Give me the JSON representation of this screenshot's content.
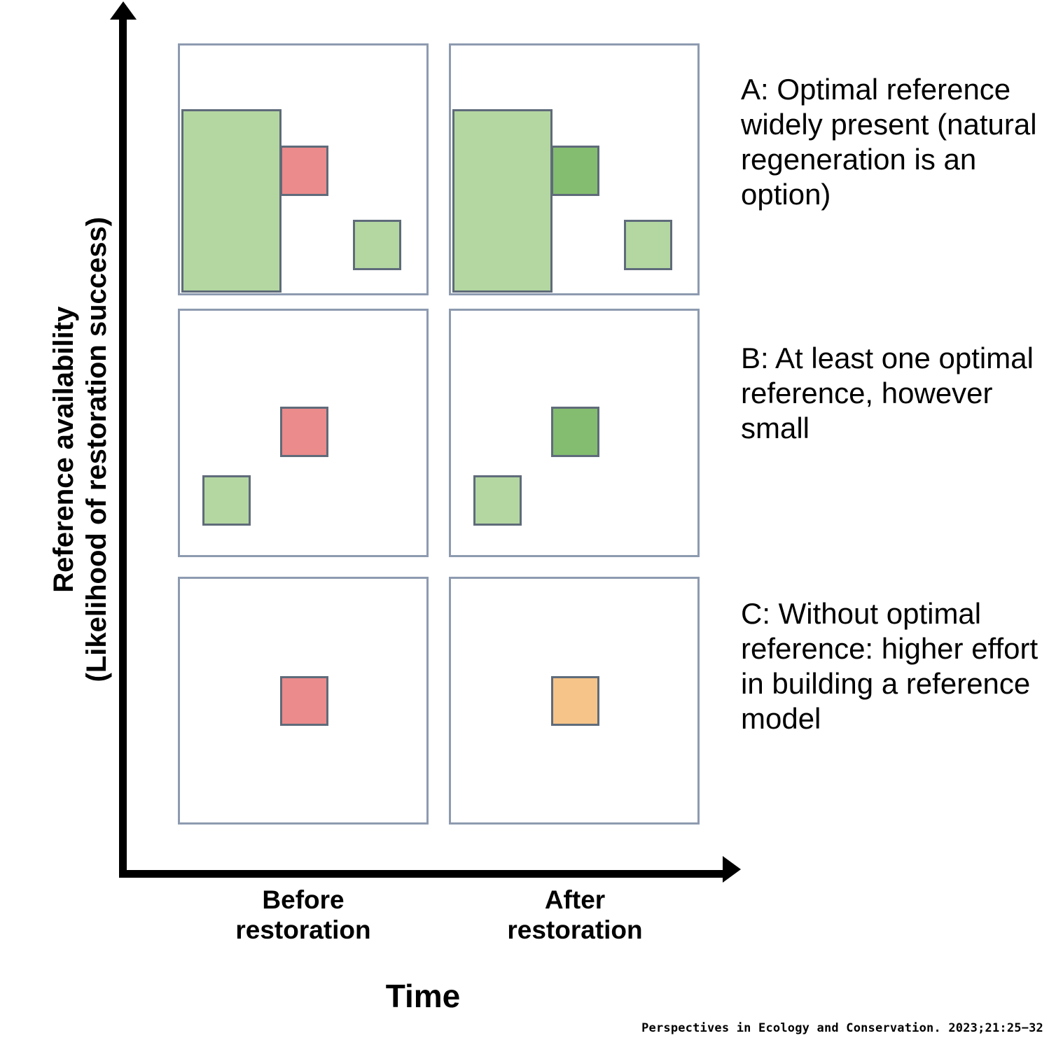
{
  "figure": {
    "x_axis_title": "Time",
    "y_axis_title_line1": "Reference availability",
    "y_axis_title_line2": "(Likelihood of restoration success)",
    "citation": "Perspectives in Ecology and Conservation. 2023;21:25−32"
  },
  "columns": [
    {
      "id": "before",
      "line1": "Before",
      "line2": "restoration"
    },
    {
      "id": "after",
      "line1": "After",
      "line2": "restoration"
    }
  ],
  "rows": [
    {
      "id": "a",
      "description": "A: Optimal reference widely present (natural regeneration is an option)"
    },
    {
      "id": "b",
      "description": "B: At least one optimal reference, however small"
    },
    {
      "id": "c",
      "description": "C: Without optimal reference: higher effort in building a reference model"
    }
  ],
  "colors": {
    "light_green": "#b4d7a1",
    "dark_green": "#84bd6f",
    "red": "#eb8b8b",
    "orange": "#f6c489",
    "patch_border": "#5f6b7a",
    "panel_border": "#8d9bb0",
    "axis": "#000000",
    "background": "#ffffff"
  },
  "chart_data": {
    "type": "diagram",
    "title": "Reference availability before and after restoration",
    "xlabel": "Time",
    "ylabel": "Reference availability (Likelihood of restoration success)",
    "grid": false,
    "legend": "none",
    "x_categories": [
      "Before restoration",
      "After restoration"
    ],
    "y_categories": [
      "A: Optimal reference widely present (natural regeneration is an option)",
      "B: At least one optimal reference, however small",
      "C: Without optimal reference: higher effort in building a reference model"
    ],
    "panels": [
      {
        "row": "A",
        "column": "Before restoration",
        "patches": [
          {
            "name": "large-light-green-bar",
            "color": "#b4d7a1",
            "x_pct": 0.6,
            "y_pct": 25.8,
            "w_pct": 40.5,
            "h_pct": 74.0
          },
          {
            "name": "medium-red-bar",
            "color": "#eb8b8b",
            "x_pct": 40.5,
            "y_pct": 40.3,
            "w_pct": 19.6,
            "h_pct": 20.3
          },
          {
            "name": "small-light-green-bar",
            "color": "#b4d7a1",
            "x_pct": 70.1,
            "y_pct": 70.3,
            "w_pct": 19.6,
            "h_pct": 20.3
          }
        ]
      },
      {
        "row": "A",
        "column": "After restoration",
        "patches": [
          {
            "name": "large-light-green-bar",
            "color": "#b4d7a1",
            "x_pct": 0.6,
            "y_pct": 25.8,
            "w_pct": 40.5,
            "h_pct": 74.0
          },
          {
            "name": "medium-dark-green-bar",
            "color": "#84bd6f",
            "x_pct": 40.5,
            "y_pct": 40.3,
            "w_pct": 19.6,
            "h_pct": 20.3
          },
          {
            "name": "small-light-green-bar",
            "color": "#b4d7a1",
            "x_pct": 70.1,
            "y_pct": 70.3,
            "w_pct": 19.6,
            "h_pct": 20.3
          }
        ]
      },
      {
        "row": "B",
        "column": "Before restoration",
        "patches": [
          {
            "name": "medium-red-bar",
            "color": "#eb8b8b",
            "x_pct": 40.5,
            "y_pct": 39.2,
            "w_pct": 19.6,
            "h_pct": 20.6
          },
          {
            "name": "small-light-green-bar",
            "color": "#b4d7a1",
            "x_pct": 9.2,
            "y_pct": 67.3,
            "w_pct": 19.6,
            "h_pct": 20.6
          }
        ]
      },
      {
        "row": "B",
        "column": "After restoration",
        "patches": [
          {
            "name": "medium-dark-green-bar",
            "color": "#84bd6f",
            "x_pct": 40.5,
            "y_pct": 39.2,
            "w_pct": 19.6,
            "h_pct": 20.6
          },
          {
            "name": "small-light-green-bar",
            "color": "#b4d7a1",
            "x_pct": 9.2,
            "y_pct": 67.3,
            "w_pct": 19.6,
            "h_pct": 20.6
          }
        ]
      },
      {
        "row": "C",
        "column": "Before restoration",
        "patches": [
          {
            "name": "medium-red-bar",
            "color": "#eb8b8b",
            "x_pct": 40.5,
            "y_pct": 39.8,
            "w_pct": 19.6,
            "h_pct": 20.6
          }
        ]
      },
      {
        "row": "C",
        "column": "After restoration",
        "patches": [
          {
            "name": "medium-orange-bar",
            "color": "#f6c489",
            "x_pct": 40.5,
            "y_pct": 39.8,
            "w_pct": 19.6,
            "h_pct": 20.6
          }
        ]
      }
    ]
  }
}
